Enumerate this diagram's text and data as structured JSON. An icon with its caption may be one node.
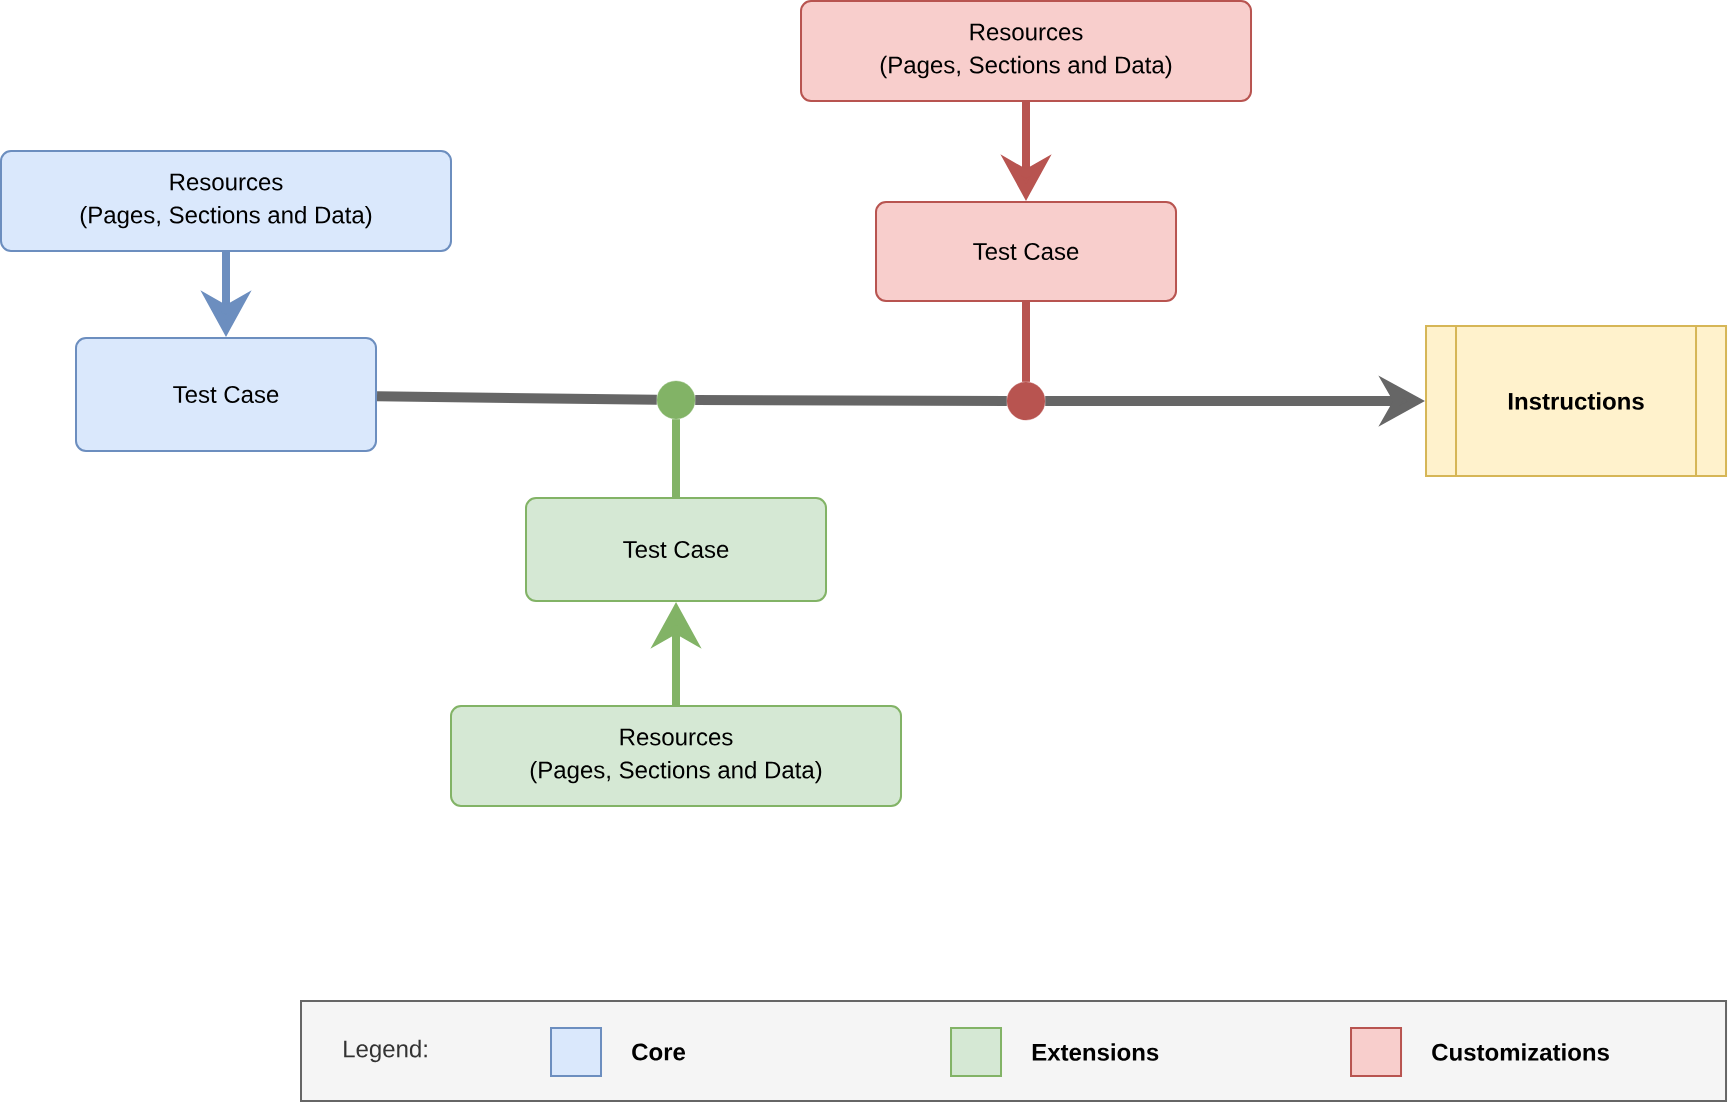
{
  "diagram": {
    "nodes": [
      {
        "text": [
          "Resources",
          "(Pages, Sections and Data)"
        ]
      },
      {
        "text": [
          "Test Case"
        ]
      },
      {
        "text": [
          "Resources",
          "(Pages, Sections and Data)"
        ]
      },
      {
        "text": [
          "Test Case"
        ]
      },
      {
        "text": [
          "Instructions"
        ]
      },
      {
        "text": [
          "Test Case"
        ]
      },
      {
        "text": [
          "Resources",
          "(Pages, Sections and Data)"
        ]
      },
      {
        "text": [],
        "shape": "circle"
      },
      {
        "text": [],
        "shape": "circle"
      }
    ],
    "edges": [
      {
        "from": 0,
        "to": 1,
        "arrow": "to",
        "color": "#b85450"
      },
      {
        "from": 2,
        "to": 3,
        "arrow": "to",
        "color": "#6c8ebf"
      },
      {
        "from": 6,
        "to": 5,
        "arrow": "to",
        "color": "#82b366"
      },
      {
        "from": 5,
        "to": 7,
        "arrow": "none",
        "color": "#82b366"
      },
      {
        "from": 1,
        "to": 8,
        "arrow": "none",
        "color": "#b85450"
      },
      {
        "from": 3,
        "to": 7,
        "arrow": "none",
        "color": "#666666"
      },
      {
        "from": 7,
        "to": 8,
        "arrow": "none",
        "color": "#666666"
      },
      {
        "from": 8,
        "to": 4,
        "arrow": "to",
        "color": "#666666"
      }
    ],
    "labels": [
      "Legend:"
    ],
    "legend": [
      {
        "text": "Core",
        "color": "#dae8fc"
      },
      {
        "text": "Extensions",
        "color": "#d5e8d4"
      },
      {
        "text": "Customizations",
        "color": "#f8cecc"
      }
    ]
  }
}
